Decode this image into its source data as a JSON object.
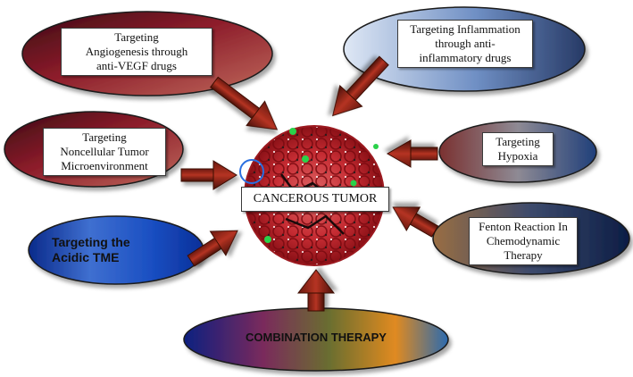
{
  "center": {
    "label": "CANCEROUS TUMOR"
  },
  "strategies": {
    "angiogenesis": [
      "Targeting",
      "Angiogenesis through",
      "anti-VEGF drugs"
    ],
    "inflammation": [
      "Targeting Inflammation",
      "through anti-",
      "inflammatory drugs"
    ],
    "noncellular": [
      "Targeting",
      "Noncellular Tumor",
      "Microenvironment"
    ],
    "hypoxia": [
      "Targeting",
      "Hypoxia"
    ],
    "acidic": [
      "Targeting the",
      "Acidic TME"
    ],
    "fenton": [
      "Fenton Reaction In",
      "Chemodynamic",
      "Therapy"
    ],
    "combination": "COMBINATION THERAPY"
  }
}
